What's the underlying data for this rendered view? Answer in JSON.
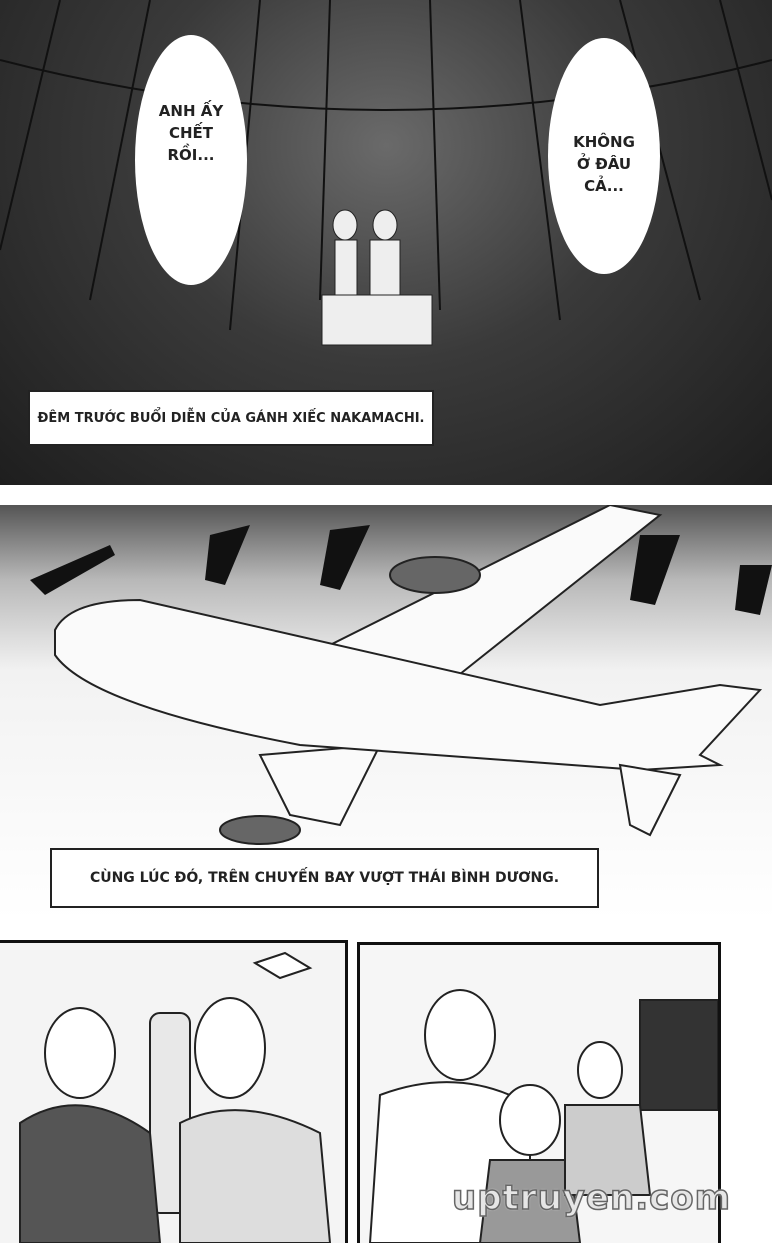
{
  "panels": [
    {
      "bubbles": [
        "ANH ẤY CHẾT RỒI...",
        "KHÔNG Ở ĐÂU CẢ..."
      ],
      "caption": "ĐÊM TRƯỚC BUỔI DIỄN CỦA GÁNH XIẾC NAKAMACHI."
    },
    {
      "caption": "CÙNG LÚC ĐÓ, TRÊN CHUYẾN BAY VƯỢT THÁI BÌNH DƯƠNG."
    }
  ],
  "watermark": "uptruyen.com"
}
